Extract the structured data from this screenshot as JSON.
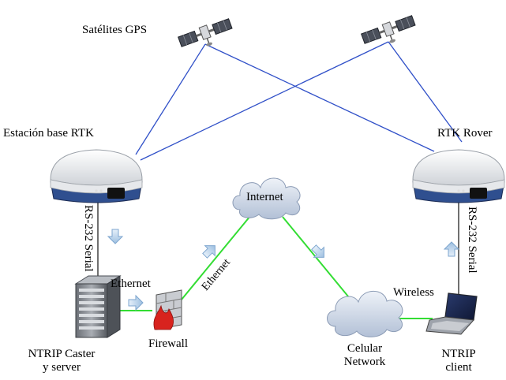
{
  "labels": {
    "satellites": "Satélites GPS",
    "base_station": "Estación base RTK",
    "rover": "RTK Rover",
    "serial_left": "RS-232 Serial",
    "serial_right": "RS-232 Serial",
    "ethernet_horizontal": "Ethernet",
    "ethernet_diagonal": "Ethernet",
    "internet": "Internet",
    "firewall": "Firewall",
    "caster_line1": "NTRIP Caster",
    "caster_line2": "y server",
    "cellular_line1": "Celular",
    "cellular_line2": "Network",
    "wireless": "Wireless",
    "client_line1": "NTRIP",
    "client_line2": "client"
  },
  "colors": {
    "satellite_link": "#3050c8",
    "network_link": "#33dd33",
    "serial_link": "#222222",
    "arrow": "#b9d3ea",
    "cloud": "#c7d3e6"
  },
  "icons": [
    "satellite-icon",
    "gps-receiver-icon",
    "server-icon",
    "firewall-icon",
    "cloud-icon",
    "laptop-icon",
    "arrow-icon"
  ]
}
